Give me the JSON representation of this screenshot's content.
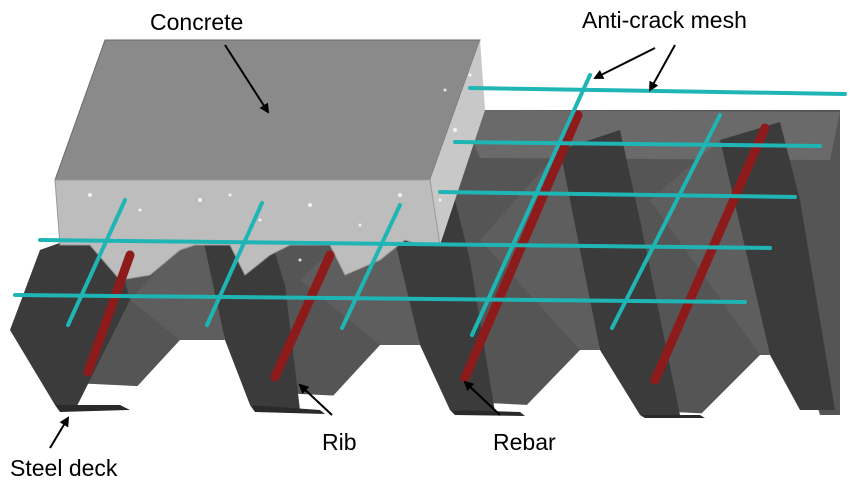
{
  "labels": {
    "concrete": "Concrete",
    "anti_crack_mesh": "Anti-crack mesh",
    "rib": "Rib",
    "rebar": "Rebar",
    "steel_deck": "Steel deck"
  },
  "colors": {
    "deck_face": "#4a4a4a",
    "deck_dark": "#2e2e2e",
    "deck_light": "#6a6a6a",
    "concrete_top": "#8c8c8c",
    "concrete_side": "#bdbdbd",
    "mesh": "#1fb5b5",
    "rebar": "#8e1b1b",
    "arrow": "#000000"
  }
}
